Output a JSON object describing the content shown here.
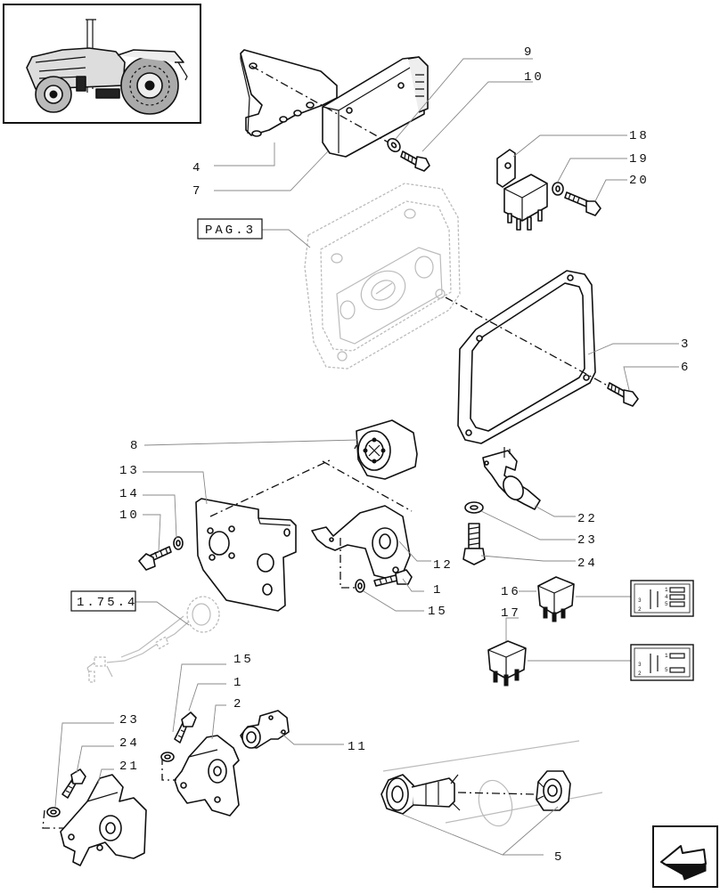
{
  "labels": {
    "n1a": "1",
    "n1b": "1",
    "n2": "2",
    "n3": "3",
    "n4": "4",
    "n5": "5",
    "n6": "6",
    "n7": "7",
    "n8": "8",
    "n9": "9",
    "n10a": "10",
    "n10b": "10",
    "n11": "11",
    "n12": "12",
    "n13": "13",
    "n14": "14",
    "n15a": "15",
    "n15b": "15",
    "n16": "16",
    "n17": "17",
    "n18": "18",
    "n19": "19",
    "n20": "20",
    "n21": "21",
    "n22": "22",
    "n23a": "23",
    "n23b": "23",
    "n24a": "24",
    "n24b": "24"
  },
  "references": {
    "pag3": "PAG.3",
    "sec1754": "1.75.4"
  },
  "relay_diagrams": {
    "a": {
      "pins": [
        "1",
        "3",
        "4",
        "5",
        "2"
      ]
    },
    "b": {
      "pins": [
        "1",
        "3",
        "5",
        "2"
      ]
    }
  },
  "icons": {
    "thumbnail": "tractor-thumbnail-icon",
    "nav": "next-page-arrow-icon"
  }
}
